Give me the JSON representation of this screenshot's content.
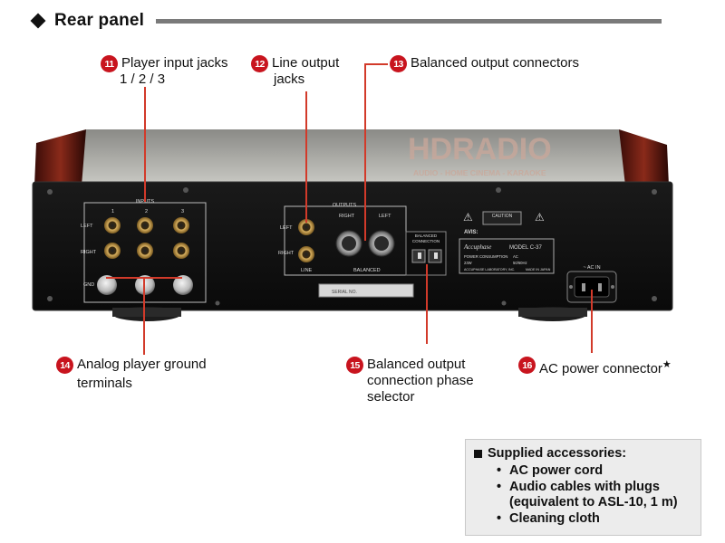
{
  "header": {
    "title": "Rear panel"
  },
  "callouts": [
    {
      "number": "11",
      "text": "Player input jacks",
      "text2": "1 / 2 / 3"
    },
    {
      "number": "12",
      "text": "Line output",
      "text2": "jacks"
    },
    {
      "number": "13",
      "text": "Balanced output connectors"
    },
    {
      "number": "14",
      "text": "Analog player ground",
      "text2": "terminals"
    },
    {
      "number": "15",
      "text": "Balanced output",
      "text2": "connection phase",
      "text3": "selector"
    },
    {
      "number": "16",
      "text": "AC power connector",
      "star": "★"
    }
  ],
  "device": {
    "watermark": "HDRADIO",
    "watermark_sub": "AUDIO - HOME CINEMA - KARAOKE",
    "inputs_label": "INPUTS",
    "input_cols": [
      "1",
      "2",
      "3"
    ],
    "row_left": "LEFT",
    "row_right": "RIGHT",
    "gnd": "GND",
    "outputs_label": "OUTPUTS",
    "out_right": "RIGHT",
    "out_left": "LEFT",
    "line": "LINE",
    "balanced": "BALANCED",
    "bal_conn_1": "BALANCED",
    "bal_conn_2": "CONNECTION",
    "caution": "CAUTION",
    "avis": "AVIS:",
    "brand": "Accuphase",
    "model": "MODEL C-37",
    "power_label": "POWER CONSUMPTION",
    "power_val": "23W",
    "ac_label": "AC",
    "freq": "50/60Hz",
    "maker": "ACCUPHASE LABORATORY, INC.",
    "made_in": "MADE IN JAPAN",
    "serial": "SERIAL NO.",
    "ac_in": "~ AC IN"
  },
  "accessories": {
    "title": "Supplied accessories:",
    "items": [
      "AC power cord",
      "Audio cables with plugs",
      "(equivalent to ASL-10, 1 m)",
      "Cleaning cloth"
    ]
  }
}
